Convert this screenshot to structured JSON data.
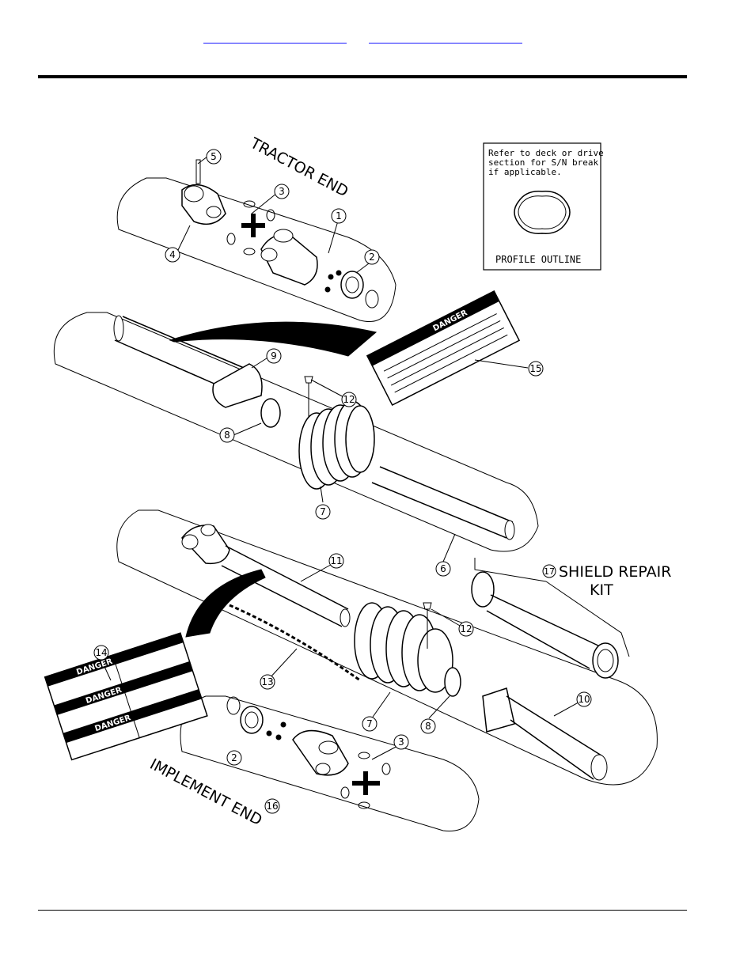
{
  "nav": {
    "link1": "",
    "link2": ""
  },
  "diagram": {
    "tractor_end": "TRACTOR END",
    "implement_end": "IMPLEMENT END",
    "shield_repair_kit_line1": "SHIELD REPAIR",
    "shield_repair_kit_line2": "KIT",
    "note_line1": "Refer to deck or drive",
    "note_line2": "section for S/N break",
    "note_line3": "if applicable.",
    "profile_outline": "PROFILE OUTLINE",
    "danger": "DANGER",
    "callouts": {
      "c1": "1",
      "c2a": "2",
      "c2b": "2",
      "c3a": "3",
      "c3b": "3",
      "c4": "4",
      "c5": "5",
      "c6": "6",
      "c7a": "7",
      "c7b": "7",
      "c8a": "8",
      "c8b": "8",
      "c9": "9",
      "c10": "10",
      "c11": "11",
      "c12a": "12",
      "c12b": "12",
      "c13": "13",
      "c14": "14",
      "c15": "15",
      "c16": "16",
      "c17": "17"
    }
  }
}
